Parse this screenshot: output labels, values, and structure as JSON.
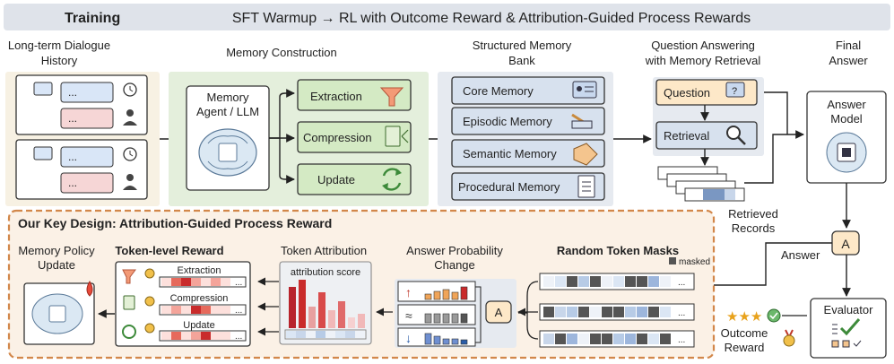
{
  "banner": {
    "label": "Training",
    "title": "SFT Warmup → RL with Outcome Reward & Attribution-Guided Process Rewards"
  },
  "stages": {
    "history": [
      "Long-term Dialogue",
      "History"
    ],
    "construction": "Memory Construction",
    "bank": [
      "Structured Memory",
      "Bank"
    ],
    "qa": [
      "Question Answering",
      "with Memory Retrieval"
    ],
    "final": [
      "Final",
      "Answer"
    ]
  },
  "dialogue": {
    "ellipsis": "..."
  },
  "agent": {
    "label": [
      "Memory",
      "Agent / LLM"
    ]
  },
  "operations": [
    "Extraction",
    "Compression",
    "Update"
  ],
  "memory_bank": [
    "Core Memory",
    "Episodic Memory",
    "Semantic Memory",
    "Procedural Memory"
  ],
  "qa": {
    "question": "Question",
    "retrieval": "Retrieval",
    "retrieved_records": [
      "Retrieved",
      "Records"
    ],
    "answer_model": [
      "Answer",
      "Model"
    ],
    "answer": "Answer",
    "answer_badge": "A",
    "evaluator": "Evaluator",
    "outcome_reward": [
      "Outcome",
      "Reward"
    ]
  },
  "key_design": {
    "title": "Our Key Design: Attribution-Guided Process Reward",
    "policy_update": [
      "Memory Policy",
      "Update"
    ],
    "token_reward": "Token-level Reward",
    "token_reward_rows": [
      "Extraction",
      "Compression",
      "Update"
    ],
    "token_attribution": "Token Attribution",
    "attribution_score": "attribution score",
    "prob_change": [
      "Answer Probability",
      "Change"
    ],
    "prob_symbols": [
      "↑",
      "≈",
      "↓"
    ],
    "random_masks": "Random Token Masks",
    "masked_legend": "masked",
    "ellipsis": "..."
  },
  "colors": {
    "history_bg": "#f7f1e3",
    "construction_bg": "#e4efdc",
    "bank_bg": "#e6eaf0",
    "key_design_border": "#d2874a",
    "key_design_bg": "#fbf1e6",
    "op_box": "#d4eac4",
    "bank_box": "#d7e1ee",
    "user_bubble": "#f6d6d6",
    "agent_bubble": "#d9e6f7",
    "question_box": "#fde8c8"
  }
}
